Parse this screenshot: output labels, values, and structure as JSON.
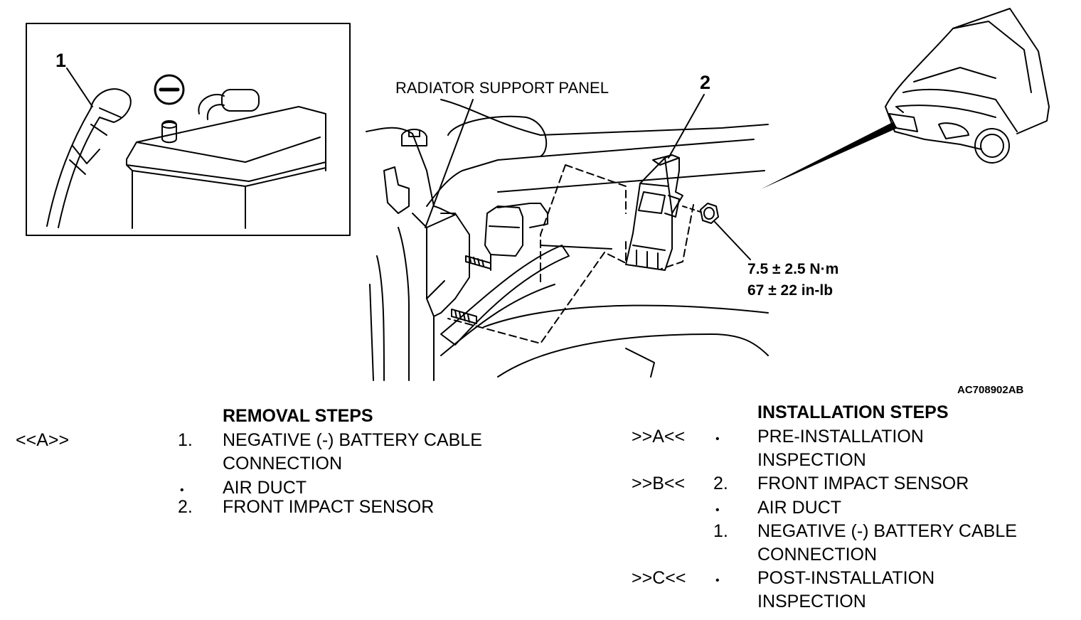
{
  "figure": {
    "callout_1": "1",
    "callout_2": "2",
    "negative_terminal_symbol": "−",
    "radiator_label": "RADIATOR SUPPORT PANEL",
    "torque_nm": "7.5 ± 2.5 N·m",
    "torque_inlb": "67 ± 22 in-lb",
    "figure_code": "AC708902AB",
    "icons": [
      "battery-illustration",
      "negative-terminal-icon",
      "front-impact-sensor-illustration",
      "vehicle-locator-icon"
    ]
  },
  "removal": {
    "heading": "REMOVAL STEPS",
    "steps": [
      {
        "ref": "<<A>>",
        "marker": "1.",
        "lines": [
          "NEGATIVE (-) BATTERY CABLE",
          "CONNECTION"
        ]
      },
      {
        "ref": "",
        "marker": "•",
        "lines": [
          "AIR DUCT"
        ]
      },
      {
        "ref": "",
        "marker": "2.",
        "lines": [
          "FRONT IMPACT SENSOR"
        ]
      }
    ]
  },
  "installation": {
    "heading": "INSTALLATION STEPS",
    "steps": [
      {
        "ref": ">>A<<",
        "marker": "•",
        "lines": [
          "PRE-INSTALLATION",
          "INSPECTION"
        ]
      },
      {
        "ref": ">>B<<",
        "marker": "2.",
        "lines": [
          "FRONT IMPACT SENSOR"
        ]
      },
      {
        "ref": "",
        "marker": "•",
        "lines": [
          "AIR DUCT"
        ]
      },
      {
        "ref": "",
        "marker": "1.",
        "lines": [
          "NEGATIVE (-) BATTERY CABLE",
          "CONNECTION"
        ]
      },
      {
        "ref": ">>C<<",
        "marker": "•",
        "lines": [
          "POST-INSTALLATION",
          "INSPECTION"
        ]
      }
    ]
  }
}
